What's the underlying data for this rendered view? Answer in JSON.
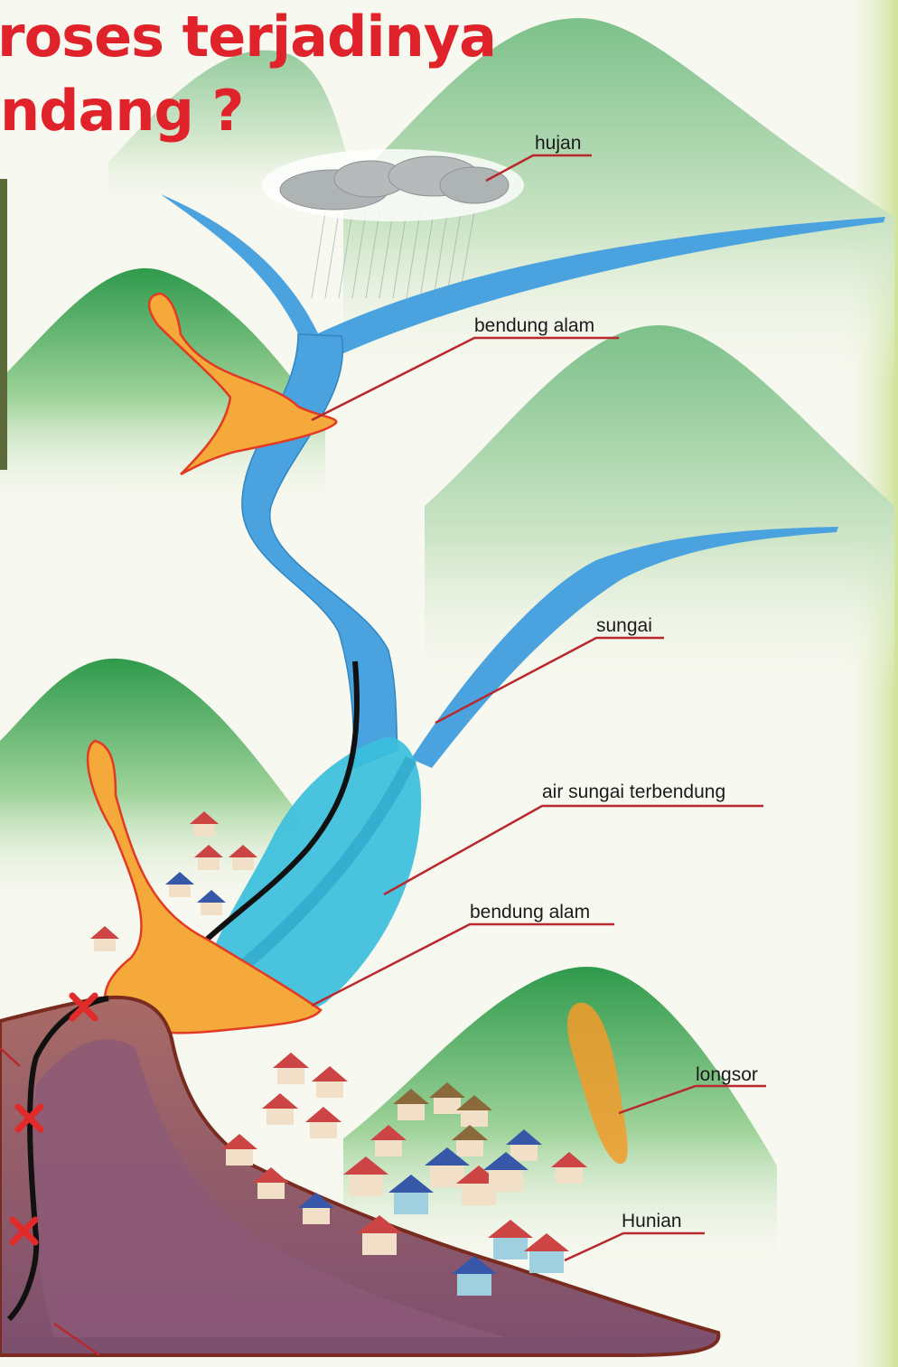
{
  "title": {
    "line1": "roses terjadinya",
    "line2": "ndang ?"
  },
  "labels": {
    "hujan": "hujan",
    "bendung_alam_top": "bendung alam",
    "sungai": "sungai",
    "air_sungai_terbendung": "air sungai terbendung",
    "bendung_alam_bottom": "bendung alam",
    "longsor": "longsor",
    "hunian": "Hunian"
  },
  "colors": {
    "title_red": "#e0222b",
    "river_blue": "#4aa3df",
    "lake_cyan": "#3bbfdc",
    "landslide_orange": "#f4a93a",
    "debris_mauve": "#8c5a78",
    "mountain_green": "#3aa655",
    "leader_line": "#b8282d"
  }
}
